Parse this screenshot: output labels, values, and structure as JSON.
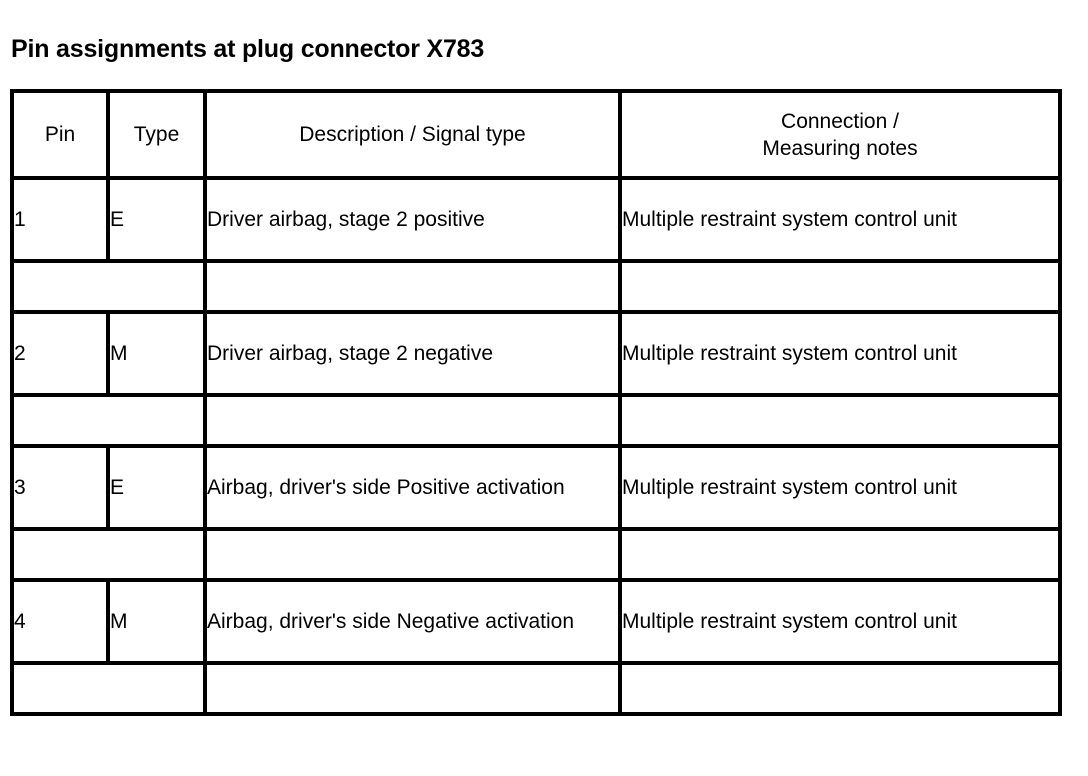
{
  "document": {
    "title": "Pin assignments at plug connector X783"
  },
  "table": {
    "columns": [
      {
        "key": "pin",
        "label": "Pin"
      },
      {
        "key": "type",
        "label": "Type"
      },
      {
        "key": "desc",
        "label": "Description / Signal type"
      },
      {
        "key": "conn",
        "label_line1": "Connection /",
        "label_line2": "Measuring notes"
      }
    ],
    "rows": [
      {
        "kind": "data",
        "pin": "1",
        "type": "E",
        "desc": "Driver airbag, stage 2 positive",
        "conn": "Multiple restraint system control unit"
      },
      {
        "kind": "spacer",
        "pin": "",
        "type": "",
        "desc": "",
        "conn": ""
      },
      {
        "kind": "data",
        "pin": "2",
        "type": "M",
        "desc": "Driver airbag, stage 2 negative",
        "conn": "Multiple restraint system control unit"
      },
      {
        "kind": "spacer",
        "pin": "",
        "type": "",
        "desc": "",
        "conn": ""
      },
      {
        "kind": "data",
        "pin": "3",
        "type": "E",
        "desc": "Airbag, driver's side Positive activation",
        "conn": "Multiple restraint system control unit"
      },
      {
        "kind": "spacer",
        "pin": "",
        "type": "",
        "desc": "",
        "conn": ""
      },
      {
        "kind": "data",
        "pin": "4",
        "type": "M",
        "desc": "Airbag, driver's side Negative activation",
        "conn": "Multiple restraint system control unit"
      },
      {
        "kind": "spacer",
        "pin": "",
        "type": "",
        "desc": "",
        "conn": ""
      }
    ]
  },
  "style": {
    "text_color": "#000000",
    "background_color": "#ffffff",
    "border_color": "#000000"
  }
}
